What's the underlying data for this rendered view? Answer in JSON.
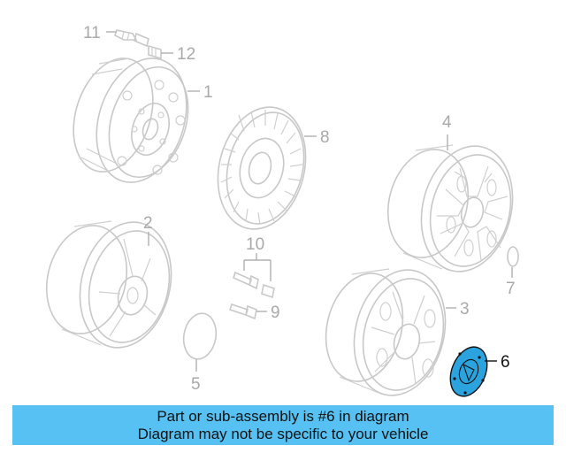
{
  "diagram": {
    "callouts": {
      "c1": "1",
      "c2": "2",
      "c3": "3",
      "c4": "4",
      "c5": "5",
      "c6": "6",
      "c7": "7",
      "c8": "8",
      "c9": "9",
      "c10": "10",
      "c11": "11",
      "c12": "12"
    },
    "highlight_color": "#2aa3de",
    "active_part": "6"
  },
  "banner": {
    "line1": "Part or sub-assembly is #6 in diagram",
    "line2": "Diagram may not be specific to your vehicle",
    "background": "#56c1f2"
  }
}
